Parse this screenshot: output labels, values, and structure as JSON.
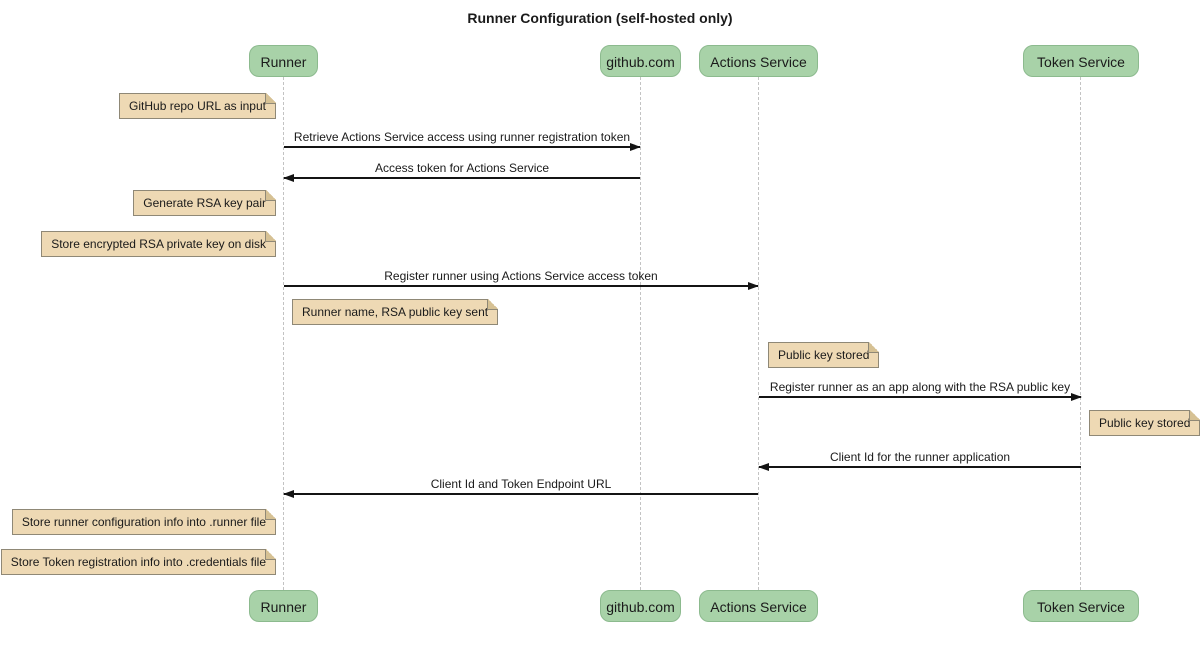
{
  "title": "Runner Configuration (self-hosted only)",
  "participants": [
    {
      "name": "Runner"
    },
    {
      "name": "github.com"
    },
    {
      "name": "Actions Service"
    },
    {
      "name": "Token Service"
    }
  ],
  "messages": [
    {
      "from": "Runner",
      "to": "github.com",
      "text": "Retrieve Actions Service access using runner registration token"
    },
    {
      "from": "github.com",
      "to": "Runner",
      "text": "Access token for Actions Service"
    },
    {
      "from": "Runner",
      "to": "Actions Service",
      "text": "Register runner using Actions Service access token"
    },
    {
      "from": "Actions Service",
      "to": "Token Service",
      "text": "Register runner as an app along with the RSA public key"
    },
    {
      "from": "Token Service",
      "to": "Actions Service",
      "text": "Client Id for the runner application"
    },
    {
      "from": "Actions Service",
      "to": "Runner",
      "text": "Client Id and Token Endpoint URL"
    }
  ],
  "notes": [
    {
      "anchor": "Runner",
      "side": "left",
      "text": "GitHub repo URL as input"
    },
    {
      "anchor": "Runner",
      "side": "left",
      "text": "Generate RSA key pair"
    },
    {
      "anchor": "Runner",
      "side": "left",
      "text": "Store encrypted RSA private key on disk"
    },
    {
      "anchor": "Runner",
      "side": "right",
      "text": "Runner name, RSA public key sent"
    },
    {
      "anchor": "Actions Service",
      "side": "right",
      "text": "Public key stored"
    },
    {
      "anchor": "Token Service",
      "side": "right",
      "text": "Public key stored"
    },
    {
      "anchor": "Runner",
      "side": "left",
      "text": "Store runner configuration info into .runner file"
    },
    {
      "anchor": "Runner",
      "side": "left",
      "text": "Store Token registration info into .credentials file"
    }
  ],
  "colors": {
    "background": "#ffffff",
    "participant_fill": "#a8d2a8",
    "participant_border": "#8cba8e",
    "note_fill": "#eed9b4",
    "note_border": "#8f8876",
    "note_fold": "#d6c194",
    "lifeline": "#c3c3c3",
    "arrow": "#141414",
    "text": "#1a1a1a"
  }
}
